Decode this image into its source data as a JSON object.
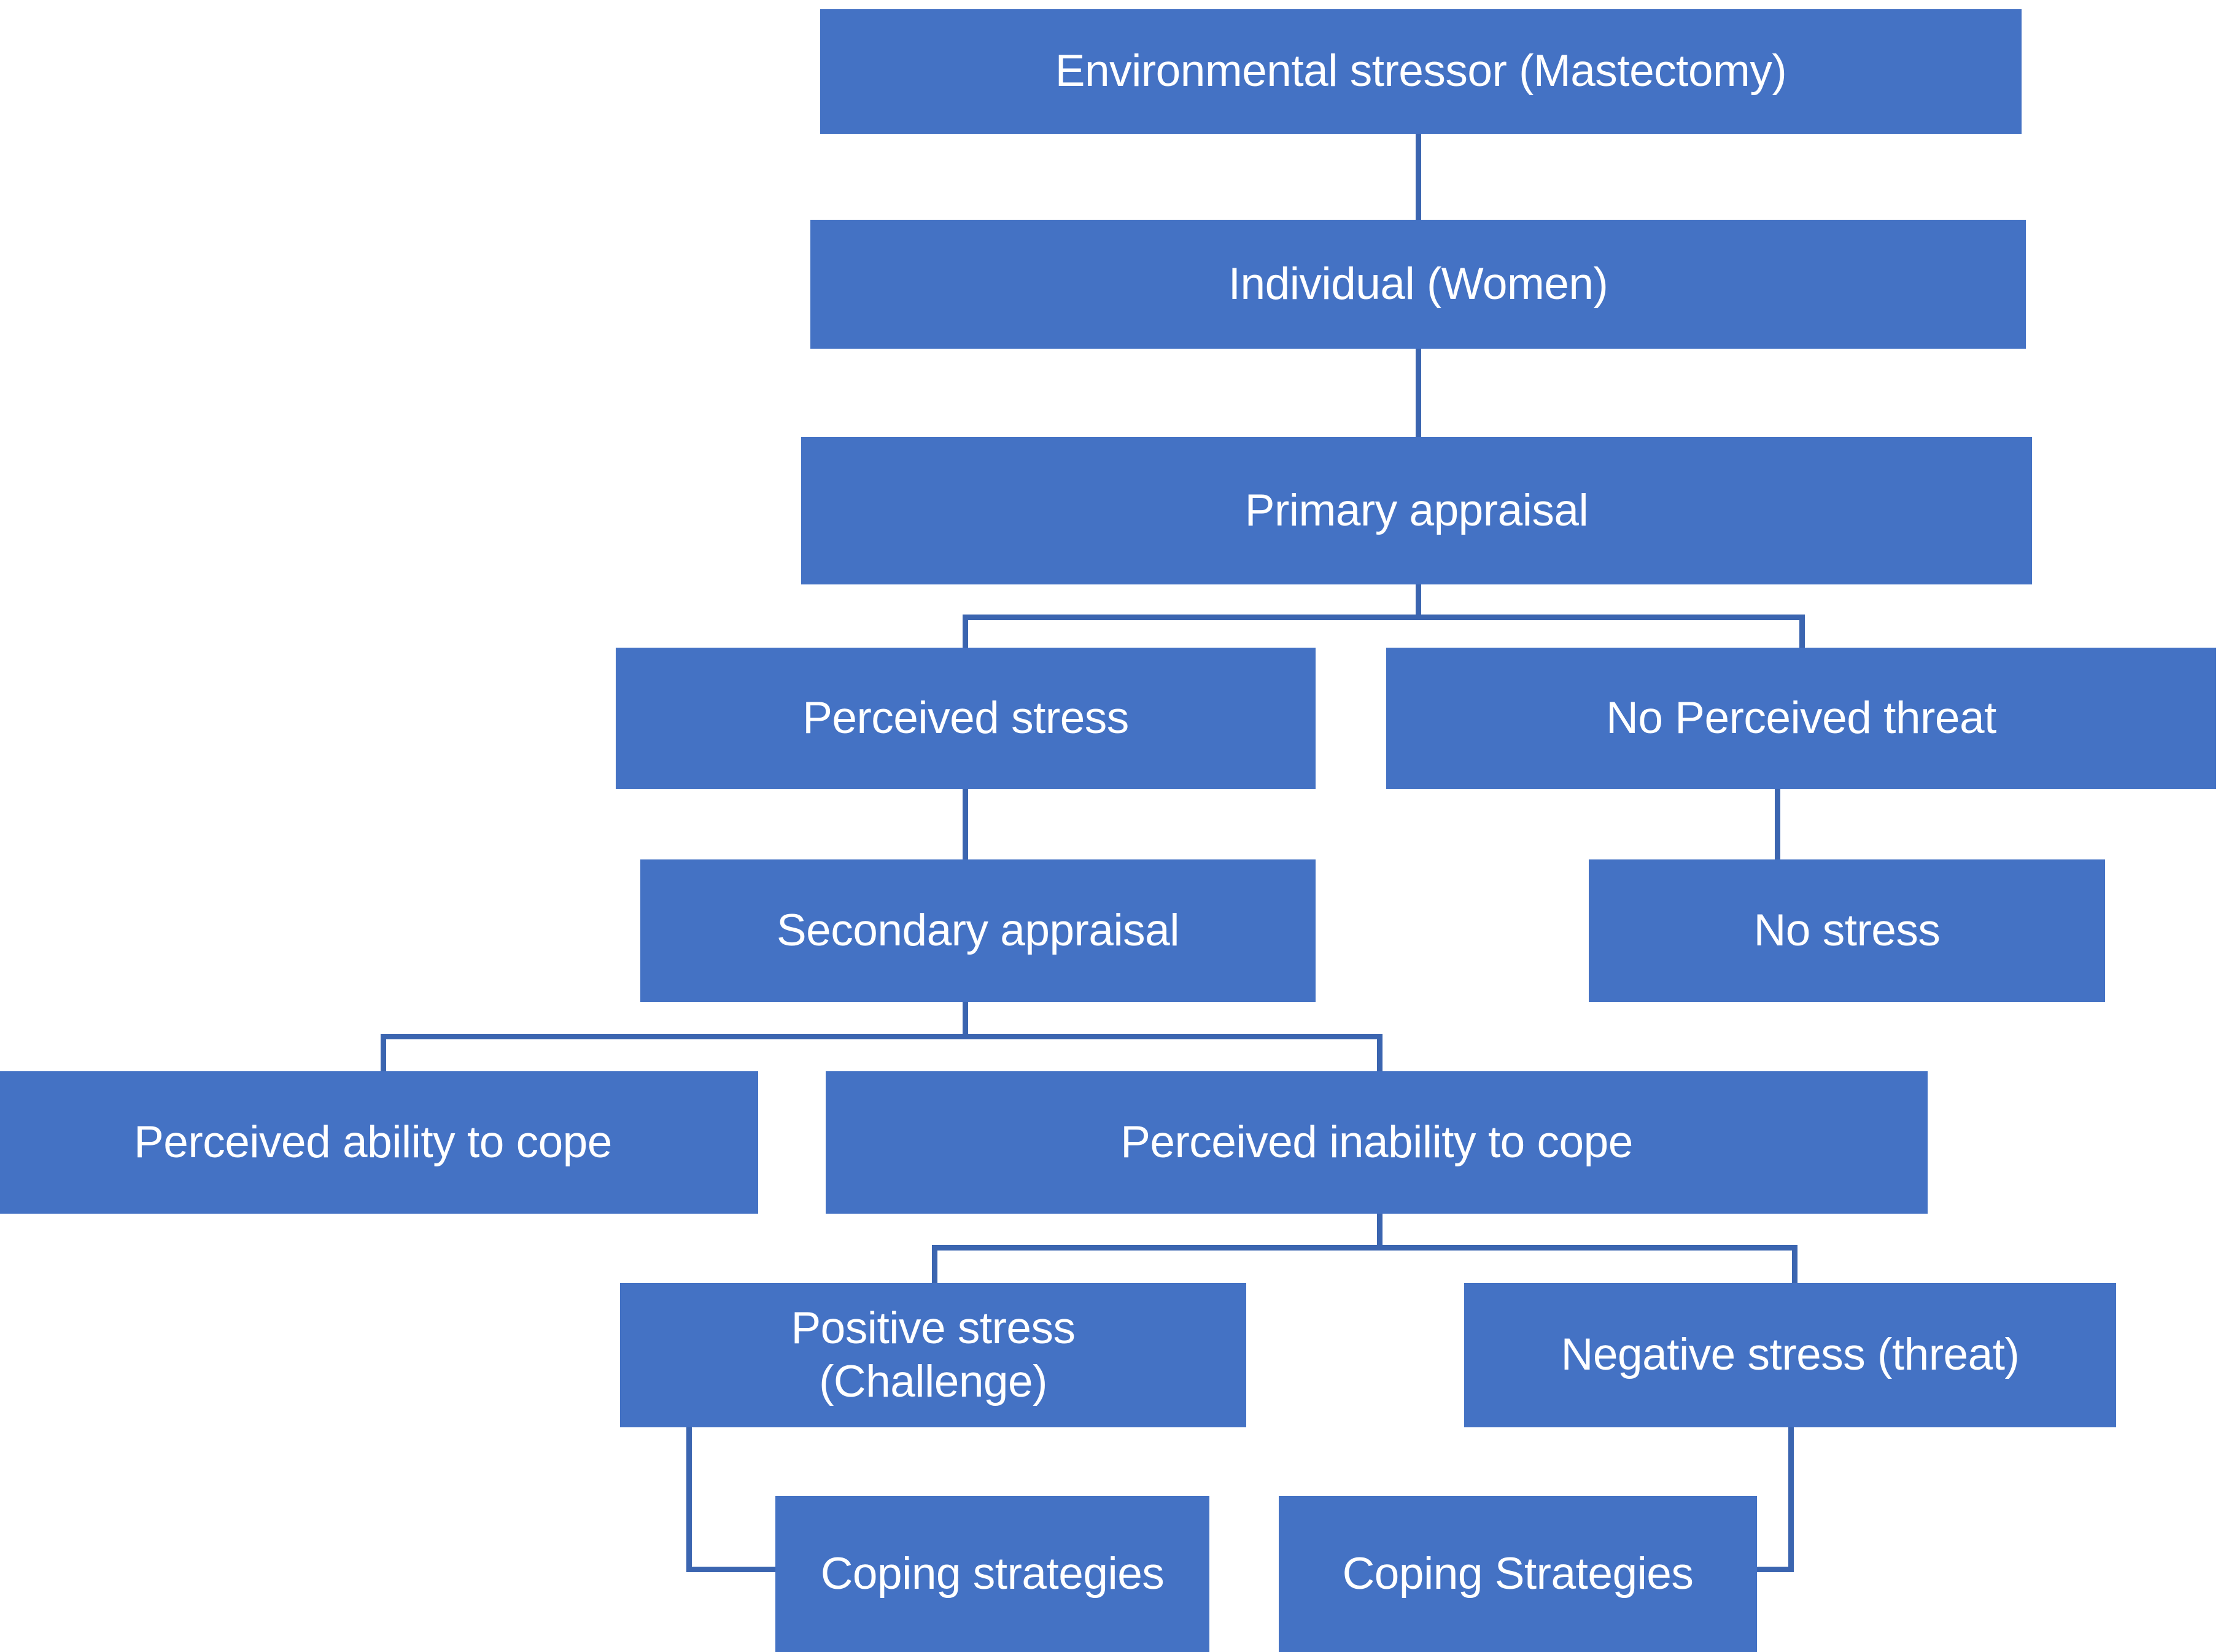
{
  "diagram": {
    "title": "Stress appraisal and coping flowchart",
    "box_color": "#4472C4",
    "line_color": "#3B65B0",
    "text_color": "#FFFFFF",
    "background": "#FFFFFF",
    "nodes": [
      {
        "id": "environmental-stressor",
        "label": "Environmental stressor (Mastectomy)"
      },
      {
        "id": "individual",
        "label": "Individual (Women)"
      },
      {
        "id": "primary-appraisal",
        "label": "Primary appraisal"
      },
      {
        "id": "perceived-stress",
        "label": "Perceived stress"
      },
      {
        "id": "no-perceived-threat",
        "label": "No Perceived threat"
      },
      {
        "id": "secondary-appraisal",
        "label": "Secondary appraisal"
      },
      {
        "id": "no-stress",
        "label": "No stress"
      },
      {
        "id": "perceived-ability",
        "label": "Perceived ability to cope"
      },
      {
        "id": "perceived-inability",
        "label": "Perceived inability to cope"
      },
      {
        "id": "positive-stress",
        "label": "Positive stress\n(Challenge)"
      },
      {
        "id": "negative-stress",
        "label": "Negative stress (threat)"
      },
      {
        "id": "coping-strategies-left",
        "label": "Coping strategies"
      },
      {
        "id": "coping-strategies-right",
        "label": "Coping Strategies"
      }
    ],
    "edges": [
      {
        "from": "environmental-stressor",
        "to": "individual"
      },
      {
        "from": "individual",
        "to": "primary-appraisal"
      },
      {
        "from": "primary-appraisal",
        "to": "perceived-stress"
      },
      {
        "from": "primary-appraisal",
        "to": "no-perceived-threat"
      },
      {
        "from": "perceived-stress",
        "to": "secondary-appraisal"
      },
      {
        "from": "no-perceived-threat",
        "to": "no-stress"
      },
      {
        "from": "secondary-appraisal",
        "to": "perceived-ability"
      },
      {
        "from": "secondary-appraisal",
        "to": "perceived-inability"
      },
      {
        "from": "perceived-inability",
        "to": "positive-stress"
      },
      {
        "from": "perceived-inability",
        "to": "negative-stress"
      },
      {
        "from": "positive-stress",
        "to": "coping-strategies-left"
      },
      {
        "from": "negative-stress",
        "to": "coping-strategies-right"
      }
    ]
  }
}
